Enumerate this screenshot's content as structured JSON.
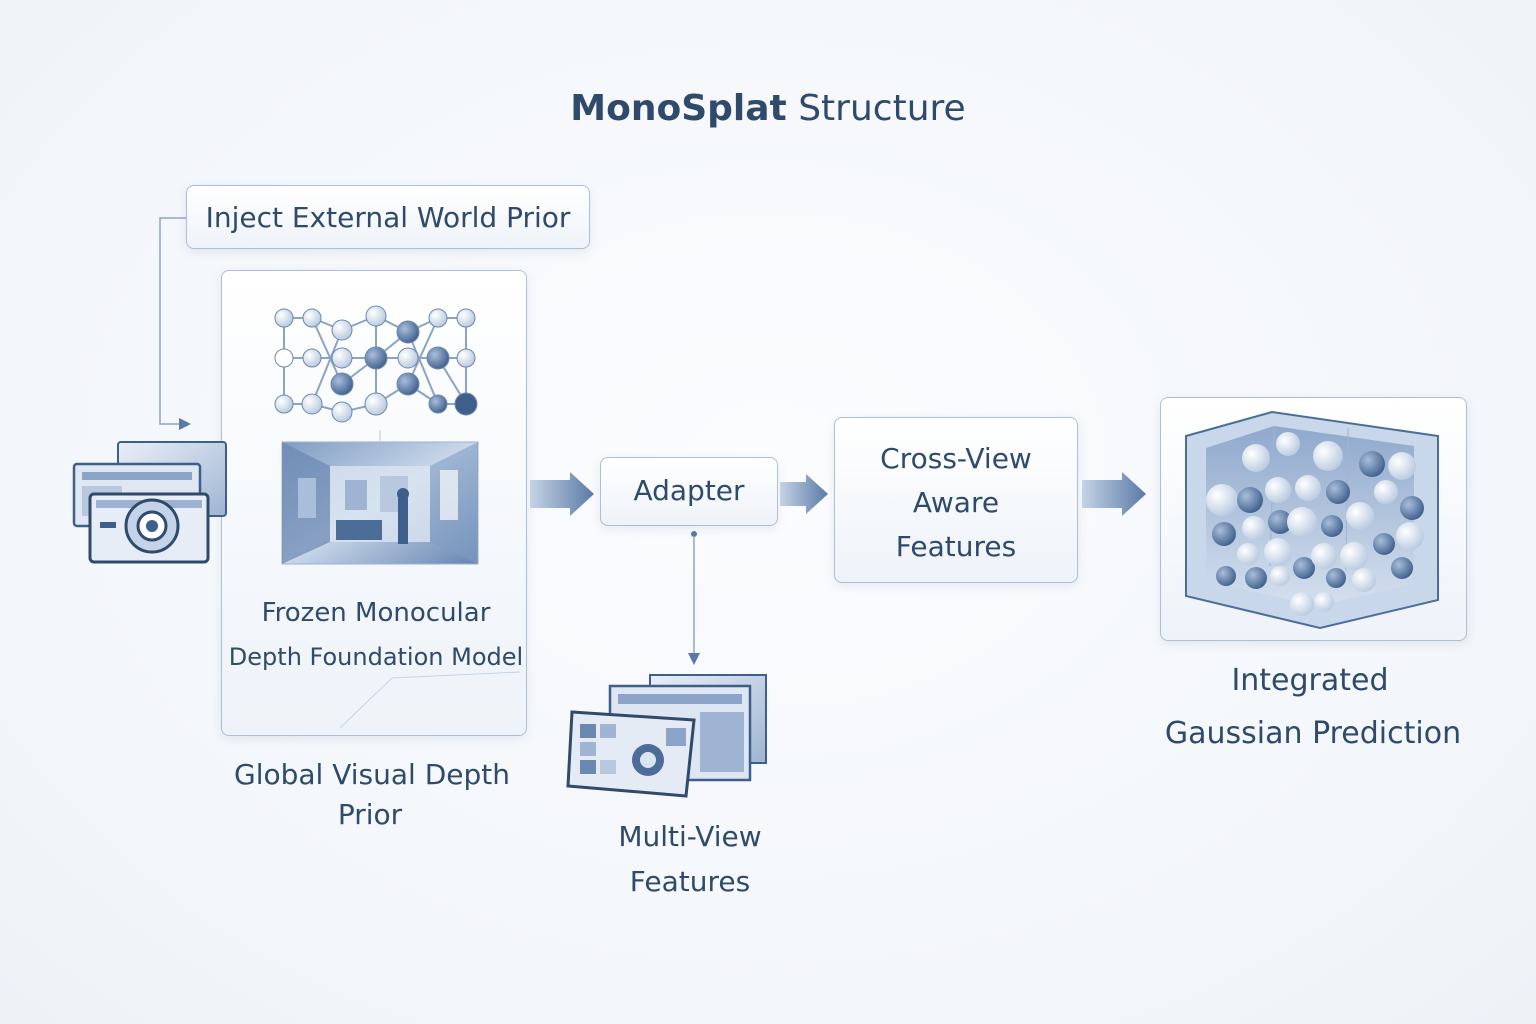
{
  "title": {
    "bold": "MonoSplat",
    "rest": " Structure"
  },
  "inject_box": {
    "label": "Inject External World Prior"
  },
  "frozen_box": {
    "line1": "Frozen Monocular",
    "line2": "Depth Foundation Model"
  },
  "global_prior": {
    "line1": "Global Visual Depth",
    "line2": "Prior"
  },
  "adapter": {
    "label": "Adapter"
  },
  "multiview": {
    "line1": "Multi-View",
    "line2": "Features"
  },
  "crossview": {
    "line1": "Cross-View",
    "line2": "Aware",
    "line3": "Features"
  },
  "gaussian": {
    "line1": "Integrated",
    "line2": "Gaussian Prediction"
  },
  "colors": {
    "text": "#2f4a6b",
    "border": "#aebfd3",
    "accent": "#5a7aa5",
    "dark_node": "#4d6d99",
    "light_node": "#cfdcec"
  },
  "icons": [
    "camera-stack-icon",
    "neural-network-icon",
    "room-scene-image",
    "feature-map-stack-icon",
    "gaussian-cube-icon",
    "arrow-right-icon"
  ]
}
